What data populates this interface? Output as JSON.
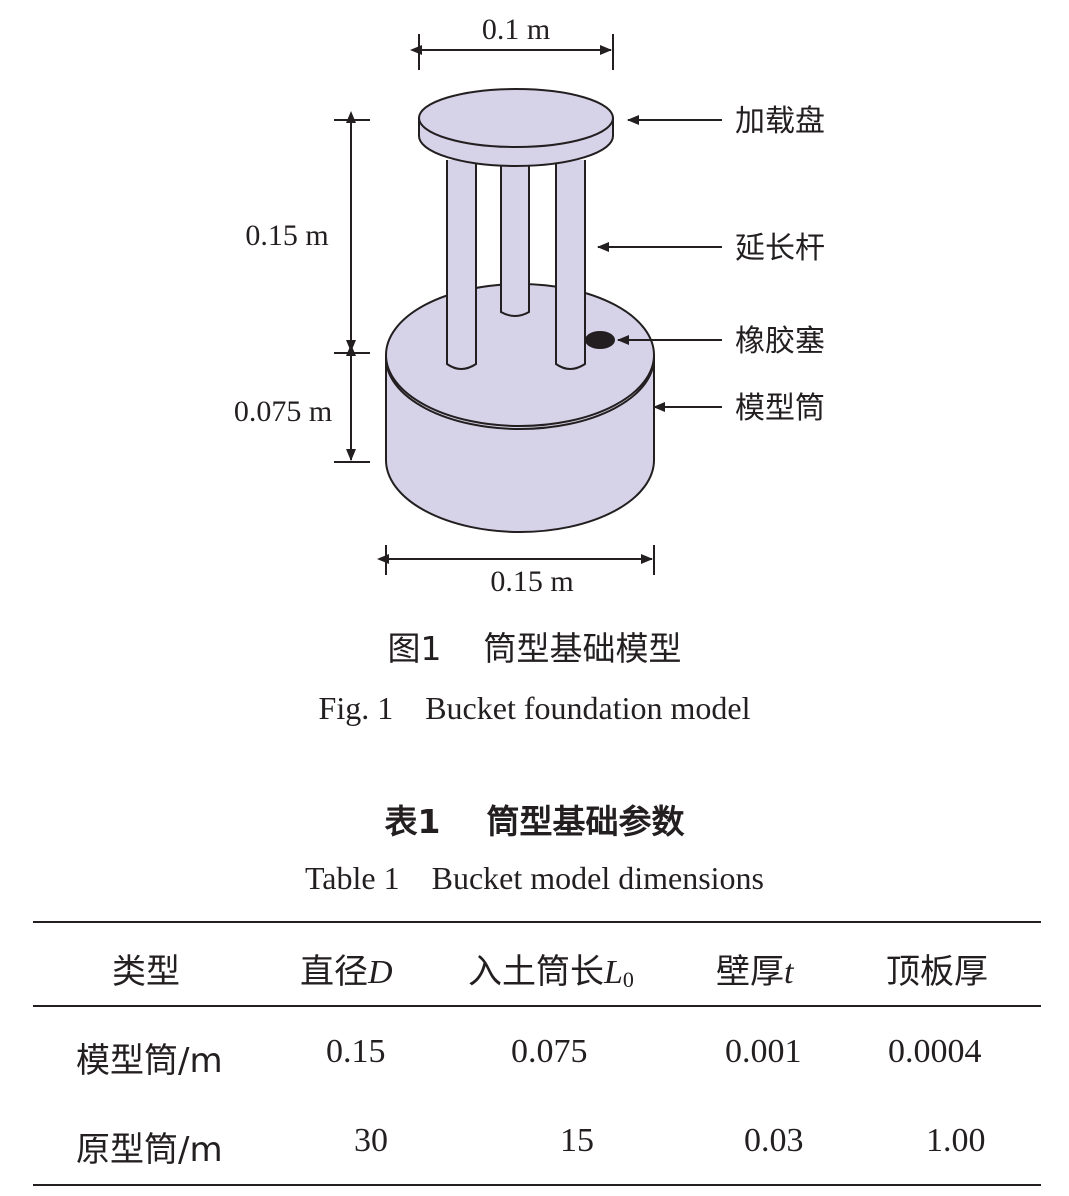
{
  "figure": {
    "dims": {
      "top_width": "0.1 m",
      "rod_height": "0.15 m",
      "bucket_height": "0.075 m",
      "bucket_width": "0.15 m"
    },
    "callouts": {
      "loading_plate": "加载盘",
      "extension_rod": "延长杆",
      "rubber_plug": "橡胶塞",
      "model_bucket": "模型筒"
    },
    "caption_zh": "图1    筒型基础模型",
    "caption_en": "Fig. 1    Bucket foundation model",
    "colors": {
      "fill": "#d6d3e8",
      "stroke": "#231f20"
    }
  },
  "table": {
    "caption_zh": "表1    筒型基础参数",
    "caption_en": "Table 1    Bucket model dimensions",
    "headers": {
      "type": "类型",
      "diameter": "直径",
      "diameter_sym": "D",
      "length": "入土筒长",
      "length_sym": "L",
      "length_sub": "0",
      "wall": "壁厚",
      "wall_sym": "t",
      "top": "顶板厚"
    },
    "rows": [
      {
        "type": "模型筒/m",
        "diameter": "0.15",
        "length": "0.075",
        "wall": "0.001",
        "top": "0.0004"
      },
      {
        "type": "原型筒/m",
        "diameter": "30",
        "length": "15",
        "wall": "0.03",
        "top": "1.00"
      }
    ]
  }
}
